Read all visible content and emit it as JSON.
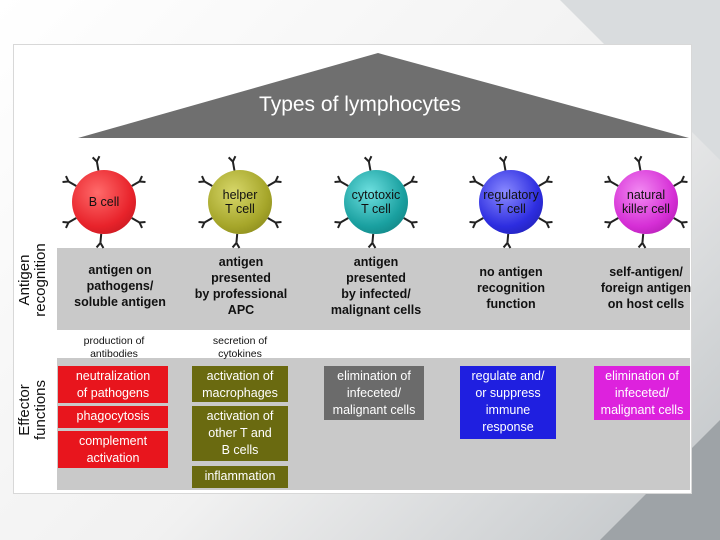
{
  "title": "Types of lymphocytes",
  "row_labels": {
    "antigen_recognition": [
      "Antigen",
      "recognition"
    ],
    "effector_functions": [
      "Effector",
      "functions"
    ]
  },
  "cells": [
    {
      "id": "b",
      "label": [
        "B cell"
      ],
      "color": "#e8232b"
    },
    {
      "id": "helper",
      "label": [
        "helper",
        "T cell"
      ],
      "color": "#a6a62a"
    },
    {
      "id": "cytotoxic",
      "label": [
        "cytotoxic",
        "T cell"
      ],
      "color": "#1aa0a0"
    },
    {
      "id": "regulatory",
      "label": [
        "regulatory",
        "T cell"
      ],
      "color": "#2d2de0"
    },
    {
      "id": "nk",
      "label": [
        "natural",
        "killer cell"
      ],
      "color": "#d62fd6"
    }
  ],
  "recognition": [
    [
      "antigen on",
      "pathogens/",
      "soluble antigen"
    ],
    [
      "antigen",
      "presented",
      "by professional",
      "APC"
    ],
    [
      "antigen",
      "presented",
      "by infected/",
      "malignant cells"
    ],
    [
      "no antigen",
      "recognition",
      "function"
    ],
    [
      "self-antigen/",
      "foreign antigen",
      "on host cells"
    ]
  ],
  "captions": {
    "b": [
      "production of",
      "antibodies"
    ],
    "helper": [
      "secretion of",
      "cytokines"
    ]
  },
  "effectors": {
    "b": [
      [
        "neutralization",
        "of pathogens"
      ],
      [
        "phagocytosis"
      ],
      [
        "complement",
        "activation"
      ]
    ],
    "helper": [
      [
        "activation of",
        "macrophages"
      ],
      [
        "activation of",
        "other T and",
        "B cells"
      ],
      [
        "inflammation"
      ]
    ],
    "cytotoxic": [
      [
        "elimination of",
        "infeceted/",
        "malignant cells"
      ]
    ],
    "regulatory": [
      [
        "regulate and/",
        "or suppress",
        "immune",
        "response"
      ]
    ],
    "nk": [
      [
        "elimination of",
        "infeceted/",
        "malignant cells"
      ]
    ]
  },
  "colors": {
    "roof": "#6f6f6f",
    "band": "#c9c9c9",
    "b_effector": "#e8151d",
    "helper_effector": "#6a6a10",
    "cytotoxic_effector": "#6b6b6b",
    "regulatory_effector": "#1f1fe0",
    "nk_effector": "#dd22dd"
  }
}
